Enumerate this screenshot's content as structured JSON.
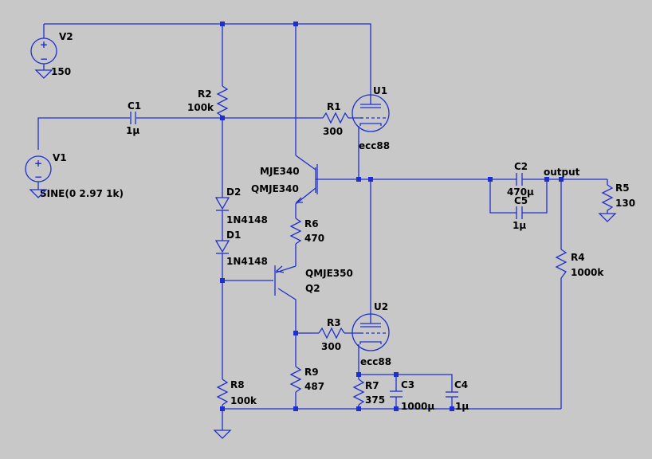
{
  "components": {
    "v2": {
      "name": "V2",
      "value": "150"
    },
    "v1": {
      "name": "V1",
      "value": "SINE(0 2.97 1k)"
    },
    "c1": {
      "name": "C1",
      "value": "1µ"
    },
    "r2": {
      "name": "R2",
      "value": "100k"
    },
    "r1": {
      "name": "R1",
      "value": "300"
    },
    "u1": {
      "name": "U1",
      "value": "ecc88"
    },
    "q1": {
      "name": "MJE340",
      "value": "QMJE340"
    },
    "d2": {
      "name": "D2",
      "value": "1N4148"
    },
    "d1": {
      "name": "D1",
      "value": "1N4148"
    },
    "r6": {
      "name": "R6",
      "value": "470"
    },
    "q2": {
      "name": "Q2",
      "value": "QMJE350"
    },
    "r3": {
      "name": "R3",
      "value": "300"
    },
    "u2": {
      "name": "U2",
      "value": "ecc88"
    },
    "r9": {
      "name": "R9",
      "value": "487"
    },
    "r8": {
      "name": "R8",
      "value": "100k"
    },
    "r7": {
      "name": "R7",
      "value": "375"
    },
    "c3": {
      "name": "C3",
      "value": "1000µ"
    },
    "c4": {
      "name": "C4",
      "value": "1µ"
    },
    "c2": {
      "name": "C2",
      "value": "470µ"
    },
    "c5": {
      "name": "C5",
      "value": "1µ"
    },
    "r4": {
      "name": "R4",
      "value": "1000k"
    },
    "r5": {
      "name": "R5",
      "value": "130"
    }
  },
  "nets": {
    "output": "output"
  },
  "symbols": {
    "plus": "+",
    "minus": "−"
  }
}
